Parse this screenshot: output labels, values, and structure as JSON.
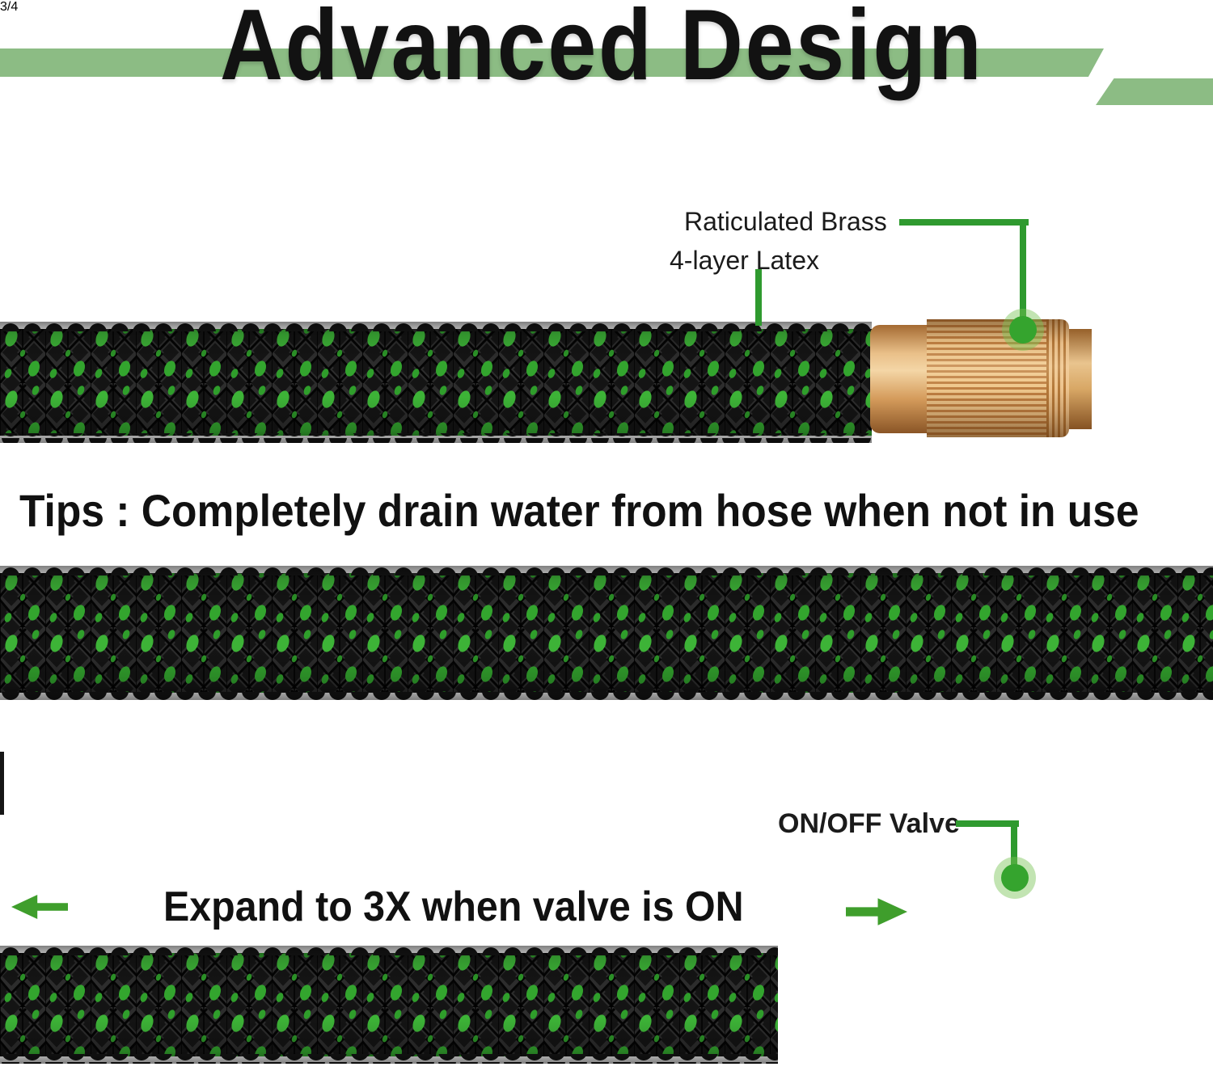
{
  "header": {
    "title": "Advanced Design",
    "band_color": "#8cbc84"
  },
  "annotations": {
    "brass_label": "Raticulated Brass",
    "latex_label": "4-layer Latex",
    "valve_label": "ON/OFF Valve"
  },
  "captions": {
    "tips_text": "Tips : Completely drain water from hose when not in use",
    "expand_text": "Expand to 3X when valve is ON"
  },
  "fitting": {
    "marking": "3/4"
  },
  "colors": {
    "title_text": "#121212",
    "header_band_green": "#8cbc84",
    "callout_line_green": "#2f9a2f",
    "callout_dot_green": "#35a42e",
    "arrow_green": "#3f9e2c",
    "hose_black": "#151515",
    "hose_spot_green": "#3db337",
    "brass_light": "#f0c98f",
    "brass_mid": "#d9a55f",
    "brass_dark": "#8a5526",
    "valve_gold": "#e0a83f"
  }
}
